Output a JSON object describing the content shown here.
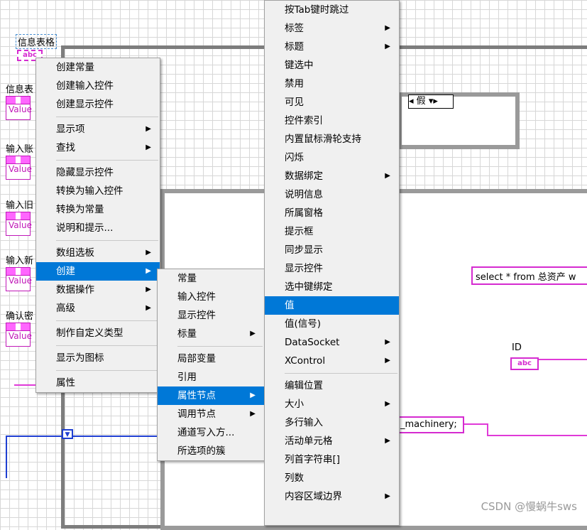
{
  "diagram": {
    "top_label": "信息表格",
    "left_labels": [
      "信息表",
      "输入账",
      "输入旧",
      "输入新",
      "确认密"
    ],
    "value_text": "Value",
    "case_selector": "假",
    "sql_text": "select * from 总资产 w",
    "id_label": "ID",
    "table_text": "_machinery;",
    "abc_text": "abc"
  },
  "menu1": {
    "items": [
      {
        "label": "创建常量",
        "sub": false
      },
      {
        "label": "创建输入控件",
        "sub": false
      },
      {
        "label": "创建显示控件",
        "sub": false
      },
      {
        "sep": true
      },
      {
        "label": "显示项",
        "sub": true
      },
      {
        "label": "查找",
        "sub": true
      },
      {
        "sep": true
      },
      {
        "label": "隐藏显示控件",
        "sub": false
      },
      {
        "label": "转换为输入控件",
        "sub": false
      },
      {
        "label": "转换为常量",
        "sub": false
      },
      {
        "label": "说明和提示...",
        "sub": false
      },
      {
        "sep": true
      },
      {
        "label": "数组选板",
        "sub": true
      },
      {
        "label": "创建",
        "sub": true,
        "selected": true
      },
      {
        "label": "数据操作",
        "sub": true
      },
      {
        "label": "高级",
        "sub": true
      },
      {
        "sep": true
      },
      {
        "label": "制作自定义类型",
        "sub": false
      },
      {
        "sep": true
      },
      {
        "label": "显示为图标",
        "sub": false
      },
      {
        "sep": true
      },
      {
        "label": "属性",
        "sub": false
      }
    ]
  },
  "menu2": {
    "items": [
      {
        "label": "常量",
        "sub": false
      },
      {
        "label": "输入控件",
        "sub": false
      },
      {
        "label": "显示控件",
        "sub": false
      },
      {
        "label": "标量",
        "sub": true
      },
      {
        "sep": true
      },
      {
        "label": "局部变量",
        "sub": false
      },
      {
        "label": "引用",
        "sub": false
      },
      {
        "label": "属性节点",
        "sub": true,
        "selected": true
      },
      {
        "label": "调用节点",
        "sub": true
      },
      {
        "label": "通道写入方...",
        "sub": false
      },
      {
        "label": "所选项的簇",
        "sub": false
      }
    ]
  },
  "menu3": {
    "items": [
      {
        "label": "按Tab键时跳过",
        "sub": false
      },
      {
        "label": "标签",
        "sub": true
      },
      {
        "label": "标题",
        "sub": true
      },
      {
        "label": "键选中",
        "sub": false
      },
      {
        "label": "禁用",
        "sub": false
      },
      {
        "label": "可见",
        "sub": false
      },
      {
        "label": "控件索引",
        "sub": false
      },
      {
        "label": "内置鼠标滑轮支持",
        "sub": false
      },
      {
        "label": "闪烁",
        "sub": false
      },
      {
        "label": "数据绑定",
        "sub": true
      },
      {
        "label": "说明信息",
        "sub": false
      },
      {
        "label": "所属窗格",
        "sub": false
      },
      {
        "label": "提示框",
        "sub": false
      },
      {
        "label": "同步显示",
        "sub": false
      },
      {
        "label": "显示控件",
        "sub": false
      },
      {
        "label": "选中键绑定",
        "sub": false
      },
      {
        "label": "值",
        "sub": false,
        "selected": true
      },
      {
        "label": "值(信号)",
        "sub": false
      },
      {
        "label": "DataSocket",
        "sub": true
      },
      {
        "label": "XControl",
        "sub": true
      },
      {
        "sep": true
      },
      {
        "label": "编辑位置",
        "sub": false
      },
      {
        "label": "大小",
        "sub": true
      },
      {
        "label": "多行输入",
        "sub": false
      },
      {
        "label": "活动单元格",
        "sub": true
      },
      {
        "label": "列首字符串[]",
        "sub": false
      },
      {
        "label": "列数",
        "sub": false
      },
      {
        "label": "内容区域边界",
        "sub": true
      }
    ]
  },
  "watermark": "CSDN @慢蜗牛sws"
}
